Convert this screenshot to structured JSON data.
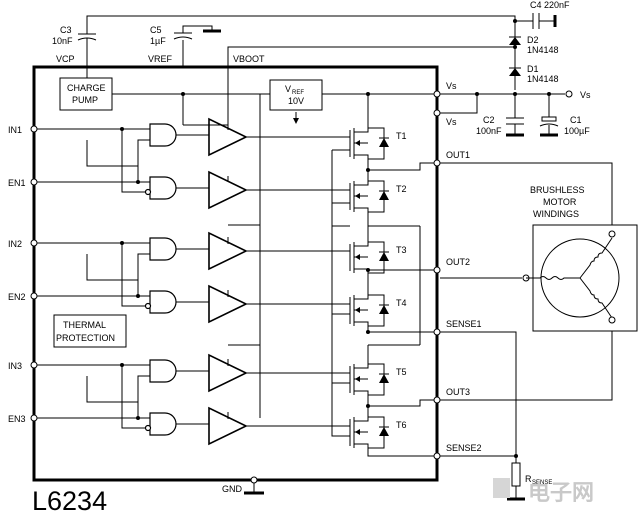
{
  "chip": {
    "part_number": "L6234"
  },
  "pins": {
    "vcp": "VCP",
    "vref": "VREF",
    "vboot": "VBOOT",
    "gnd": "GND",
    "vs_top": "Vs",
    "vs_mid": "Vs",
    "vs_ext": "Vs",
    "in1": "IN1",
    "en1": "EN1",
    "in2": "IN2",
    "en2": "EN2",
    "in3": "IN3",
    "en3": "EN3",
    "out1": "OUT1",
    "out2": "OUT2",
    "out3": "OUT3",
    "sense1": "SENSE1",
    "sense2": "SENSE2"
  },
  "blocks": {
    "charge_pump": [
      "CHARGE",
      "PUMP"
    ],
    "vref_reg": {
      "main": "V",
      "sub": "REF",
      "value": "10V"
    },
    "thermal": [
      "THERMAL",
      "PROTECTION"
    ]
  },
  "components": {
    "c3": {
      "name": "C3",
      "value": "10nF"
    },
    "c5": {
      "name": "C5",
      "value": "1µF"
    },
    "c4": {
      "label": "C4 220nF"
    },
    "d2": {
      "name": "D2",
      "value": "1N4148"
    },
    "d1": {
      "name": "D1",
      "value": "1N4148"
    },
    "c2": {
      "name": "C2",
      "value": "100nF"
    },
    "c1": {
      "name": "C1",
      "value": "100µF"
    },
    "rsense": {
      "main": "R",
      "sub": "SENSE"
    }
  },
  "transistors": [
    "T1",
    "T2",
    "T3",
    "T4",
    "T5",
    "T6"
  ],
  "motor": [
    "BRUSHLESS",
    "MOTOR",
    "WINDINGS"
  ],
  "watermark": "电子网"
}
